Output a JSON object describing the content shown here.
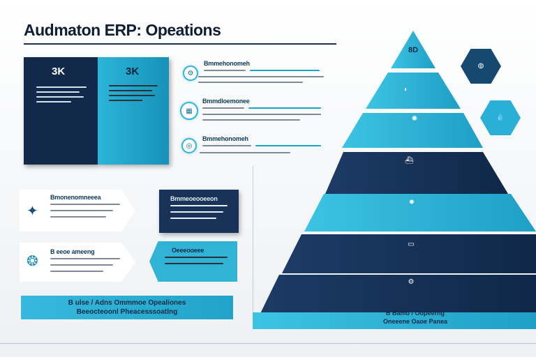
{
  "page": {
    "title": "Audmaton ERP: Opeations"
  },
  "books": [
    {
      "label": "3K"
    },
    {
      "label": "3K"
    }
  ],
  "feature_rows": [
    {
      "heading": "Bmmehonomeh"
    },
    {
      "heading": "Bmmdloemonee"
    },
    {
      "heading": "Bmmehonomeh"
    }
  ],
  "cards": [
    {
      "heading": "Bmonenomneeea"
    },
    {
      "heading": "B eeoe ameeng"
    }
  ],
  "panels": [
    {
      "heading": "Bmmeoeooeeon"
    },
    {
      "heading": "Oeeeooeee"
    }
  ],
  "banner": {
    "line1": "B ulse / Adns Ommmoe Opealiones",
    "line2": "Beeocteoonl Pheacesssoatlng"
  },
  "hexagons": [
    {
      "icon": "globe-icon",
      "glyph": "◍"
    },
    {
      "icon": "droplet-icon",
      "glyph": "💧"
    }
  ],
  "pyramid": {
    "apex_label": "8D",
    "base_line1": "B Bamo / Oopeerng",
    "base_line2": "Oneeene Oaoe Panea",
    "colors": {
      "teal": "#21a9cf",
      "navy": "#17335b"
    }
  }
}
